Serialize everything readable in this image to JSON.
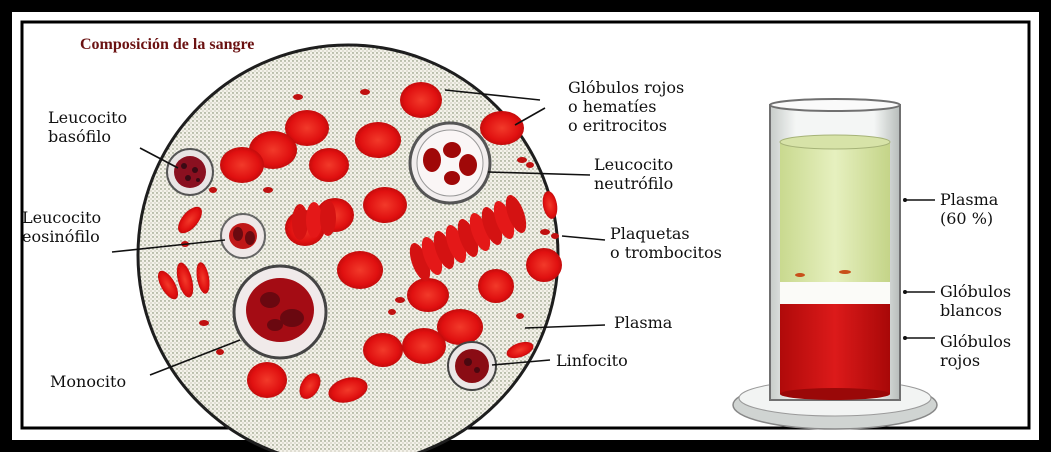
{
  "title": "Composición de la sangre",
  "colors": {
    "blood_red": "#e01010",
    "dark_red": "#a00808",
    "plasma_yellow": "#d8e8a8",
    "frame_black": "#000000",
    "title_color": "#6b1212"
  },
  "labels": {
    "leucocito_basofilo": [
      "Leucocito",
      "basófilo"
    ],
    "leucocito_eosinofilo": [
      "Leucocito",
      "eosinófilo"
    ],
    "monocito": "Monocito",
    "globulos_rojos_cell": [
      "Glóbulos rojos",
      "o hematíes",
      "o eritrocitos"
    ],
    "leucocito_neutrofilo": [
      "Leucocito",
      "neutrófilo"
    ],
    "plaquetas": [
      "Plaquetas",
      "o trombocitos"
    ],
    "plasma_cell": "Plasma",
    "linfocito": "Linfocito",
    "plasma_tube": [
      "Plasma",
      "(60 %)"
    ],
    "globulos_blancos": [
      "Glóbulos",
      "blancos"
    ],
    "globulos_rojos_tube": [
      "Glóbulos",
      "rojos"
    ]
  }
}
